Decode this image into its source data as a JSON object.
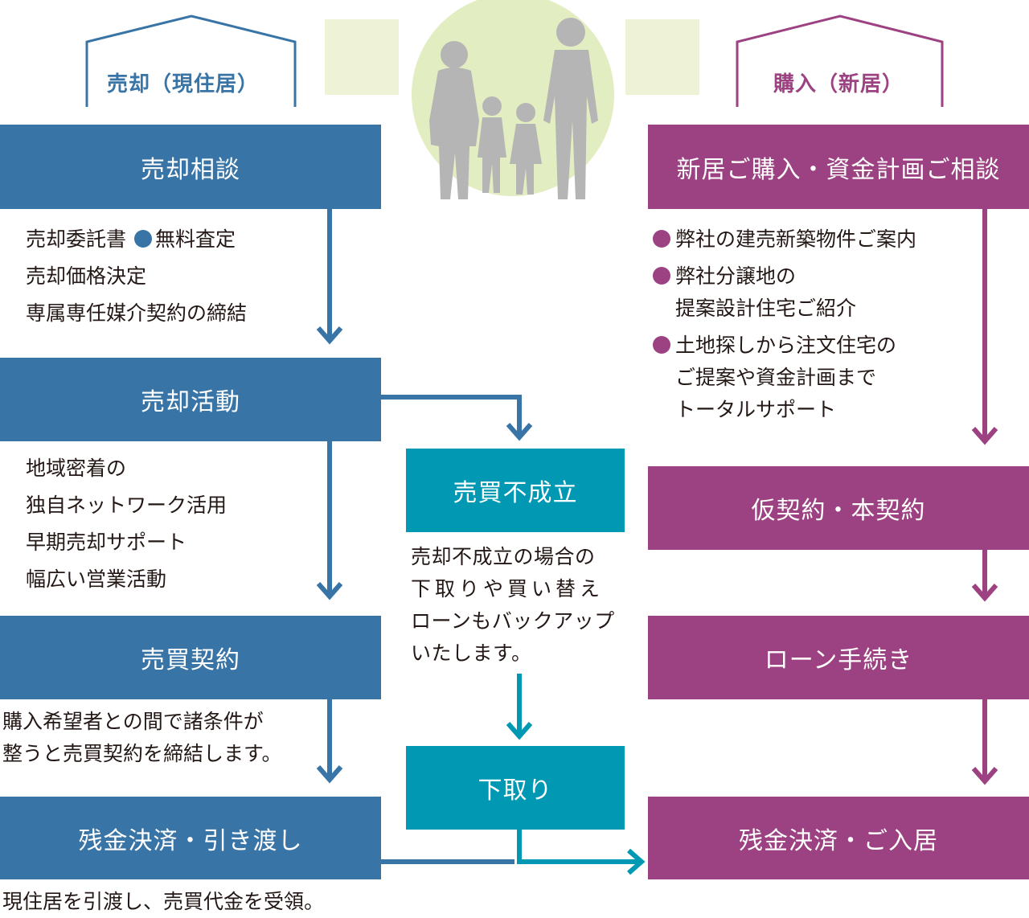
{
  "left_header": {
    "label": "売却（現住居）",
    "color": "#3874a6"
  },
  "right_header": {
    "label": "購入（新居）",
    "color": "#9c4181"
  },
  "left_column": {
    "steps": [
      {
        "title": "売却相談",
        "notes": [
          "売却委託書",
          "無料査定",
          "売却価格決定",
          "専属専任媒介契約の締結"
        ]
      },
      {
        "title": "売却活動",
        "notes": [
          "地域密着の",
          "独自ネットワーク活用",
          "早期売却サポート",
          "幅広い営業活動"
        ]
      },
      {
        "title": "売買契約",
        "notes": [
          "購入希望者との間で諸条件が",
          "整うと売買契約を締結します。"
        ]
      },
      {
        "title": "残金決済・引き渡し",
        "notes": [
          "現住居を引渡し、売買代金を受領。"
        ]
      }
    ]
  },
  "middle_column": {
    "steps": [
      {
        "title": "売買不成立",
        "notes": [
          "売却不成立の場合の",
          "下取りや買い替え",
          "ローンもバックアップ",
          "いたします。"
        ]
      },
      {
        "title": "下取り"
      }
    ]
  },
  "right_column": {
    "steps": [
      {
        "title": "新居ご購入・資金計画ご相談",
        "notes": [
          "弊社の建売新築物件ご案内",
          "弊社分譲地の",
          "提案設計住宅ご紹介",
          "土地探しから注文住宅の",
          "ご提案や資金計画まで",
          "トータルサポート"
        ]
      },
      {
        "title": "仮契約・本契約"
      },
      {
        "title": "ローン手続き"
      },
      {
        "title": "残金決済・ご入居"
      }
    ]
  },
  "colors": {
    "blue": "#3874a6",
    "teal": "#0098b3",
    "purple": "#9c4181",
    "circle": "#e3edc2",
    "square": "#eef3d8",
    "silhouette": "#b5b5b5"
  },
  "icons": [
    "family-silhouette-icon",
    "house-outline-icon"
  ]
}
